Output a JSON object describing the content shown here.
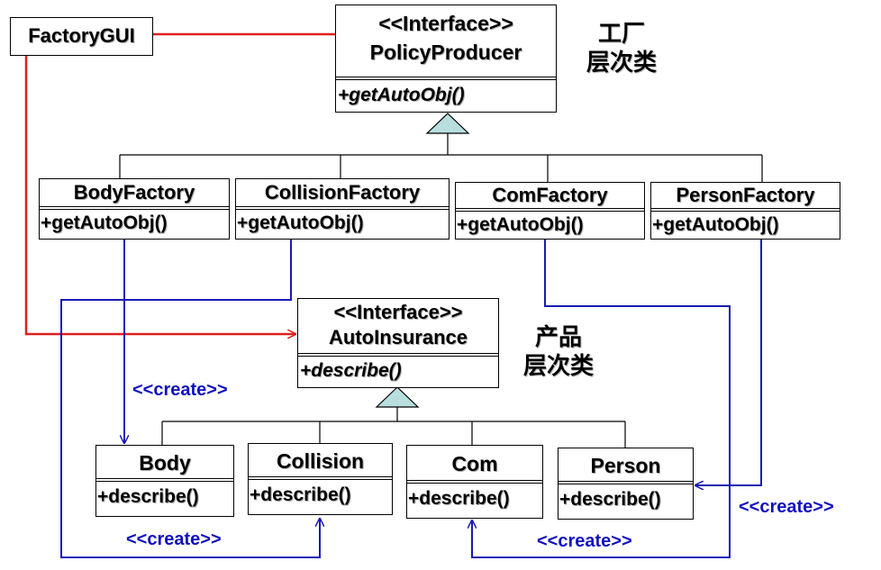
{
  "gui": {
    "name": "FactoryGUI"
  },
  "factory_interface": {
    "stereotype": "<<Interface>>",
    "name": "PolicyProducer",
    "operation": "+getAutoObj()"
  },
  "factory_note": {
    "line1": "工厂",
    "line2": "层次类"
  },
  "factories": [
    {
      "name": "BodyFactory",
      "operation": "+getAutoObj()"
    },
    {
      "name": "CollisionFactory",
      "operation": "+getAutoObj()"
    },
    {
      "name": "ComFactory",
      "operation": "+getAutoObj()"
    },
    {
      "name": "PersonFactory",
      "operation": "+getAutoObj()"
    }
  ],
  "product_interface": {
    "stereotype": "<<Interface>>",
    "name": "AutoInsurance",
    "operation": "+describe()"
  },
  "product_note": {
    "line1": "产品",
    "line2": "层次类"
  },
  "products": [
    {
      "name": "Body",
      "operation": "+describe()"
    },
    {
      "name": "Collision",
      "operation": "+describe()"
    },
    {
      "name": "Com",
      "operation": "+describe()"
    },
    {
      "name": "Person",
      "operation": "+describe()"
    }
  ],
  "create_labels": [
    "<<create>>",
    "<<create>>",
    "<<create>>",
    "<<create>>"
  ],
  "colors": {
    "gui_link": "#e02020",
    "create_link": "#1a1ab4",
    "inheritance": "#000000",
    "triangle_fill": "#b9dede"
  }
}
